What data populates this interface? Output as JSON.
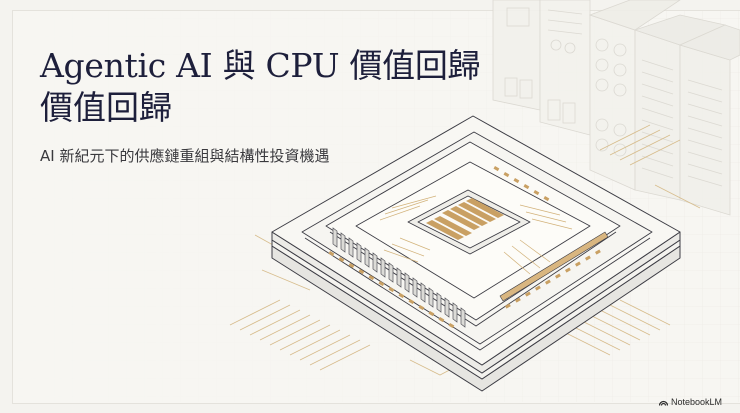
{
  "slide": {
    "title_line1": "Agentic AI 與 CPU 價值回歸",
    "title_line2": "價值回歸",
    "subtitle": "AI 新紀元下的供應鏈重組與結構性投資機遇"
  },
  "illustration": {
    "subject": "isometric-cpu-chip",
    "background": "server-racks",
    "accent_color": "#c9a063",
    "line_color": "#3c3c44",
    "bg_color": "#f4f3ef"
  },
  "branding": {
    "label": "NotebookLM",
    "icon": "notebooklm-logo-icon"
  }
}
